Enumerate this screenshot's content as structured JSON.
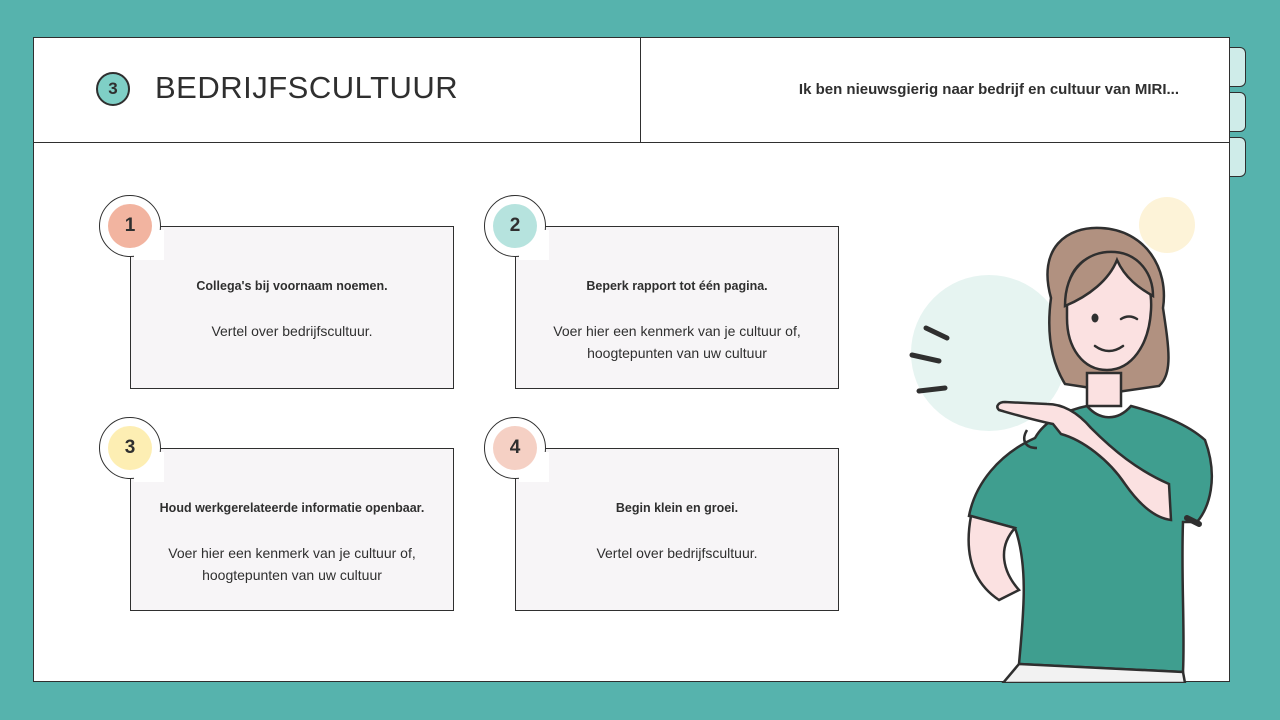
{
  "header": {
    "section_number": "3",
    "title": "BEDRIJFSCULTUUR",
    "note": "Ik ben nieuwsgierig naar bedrijf en cultuur van MIRI..."
  },
  "cards": [
    {
      "number": "1",
      "title": "Collega's bij voornaam noemen.",
      "body": "Vertel over bedrijfscultuur.",
      "color": "#f2b4a0"
    },
    {
      "number": "2",
      "title": "Beperk rapport tot één pagina.",
      "body": "Voer hier een kenmerk van je cultuur of, hoogtepunten van uw cultuur",
      "color": "#b6e3de"
    },
    {
      "number": "3",
      "title": "Houd werkgerelateerde informatie openbaar.",
      "body": "Voer hier een kenmerk van je cultuur of, hoogtepunten van uw cultuur",
      "color": "#fdeeb3"
    },
    {
      "number": "4",
      "title": "Begin klein en groei.",
      "body": "Vertel over bedrijfscultuur.",
      "color": "#f5d0c4"
    }
  ],
  "colors": {
    "background": "#56b3ad",
    "accent_teal": "#3f9e8f",
    "outline": "#2f2f2f"
  },
  "illustration": {
    "icon": "woman-pointing-icon"
  }
}
